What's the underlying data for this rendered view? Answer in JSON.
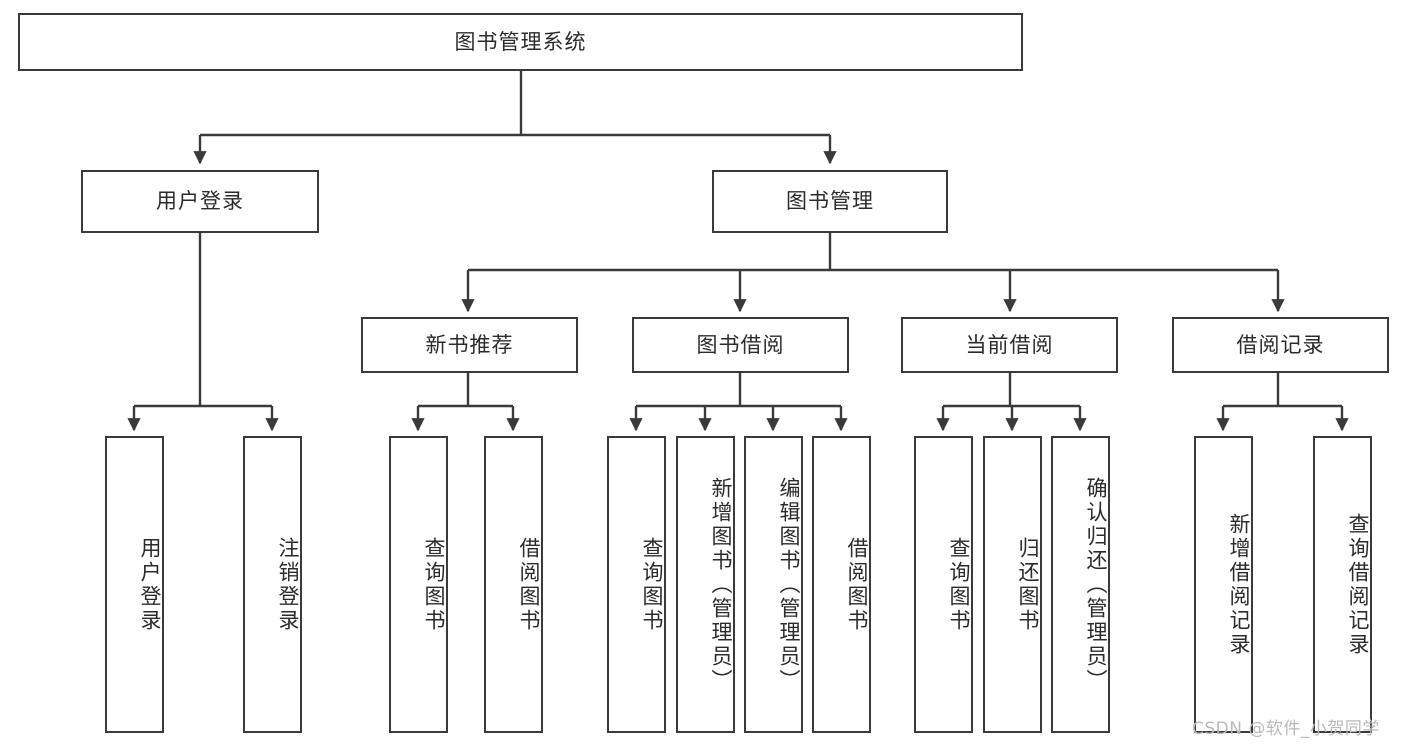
{
  "diagram": {
    "title": "图书管理系统",
    "watermark": "CSDN @软件_小贺同学",
    "line_color": "#3a3a3a",
    "box_fill": "#ffffff",
    "text_color": "#2b2b2b",
    "watermark_color": "#b9b9b9"
  },
  "nodes": {
    "root": {
      "label": "图书管理系统"
    },
    "level2": [
      {
        "label": "用户登录"
      },
      {
        "label": "图书管理"
      }
    ],
    "level3": [
      {
        "label": "新书推荐"
      },
      {
        "label": "图书借阅"
      },
      {
        "label": "当前借阅"
      },
      {
        "label": "借阅记录"
      }
    ],
    "leaves_user_login": [
      {
        "label": "用户登录"
      },
      {
        "label": "注销登录"
      }
    ],
    "leaves_new_book": [
      {
        "label": "查询图书"
      },
      {
        "label": "借阅图书"
      }
    ],
    "leaves_borrow": [
      {
        "label": "查询图书"
      },
      {
        "label": "新增图书（管理员）"
      },
      {
        "label": "编辑图书（管理员）"
      },
      {
        "label": "借阅图书"
      }
    ],
    "leaves_current": [
      {
        "label": "查询图书"
      },
      {
        "label": "归还图书"
      },
      {
        "label": "确认归还（管理员）"
      }
    ],
    "leaves_records": [
      {
        "label": "新增借阅记录"
      },
      {
        "label": "查询借阅记录"
      }
    ]
  }
}
